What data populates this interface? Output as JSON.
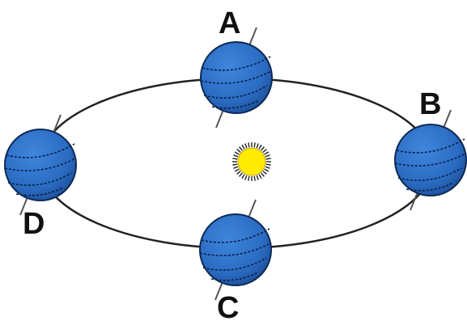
{
  "labels": {
    "a": "A",
    "b": "B",
    "c": "C",
    "d": "D"
  },
  "colors": {
    "orbit": "#222222",
    "earth_fill": "#2a6bc2",
    "earth_stroke": "#0e2a55",
    "earth_lines": "#0b2248",
    "axis": "#555555",
    "sun_fill": "#ffea00",
    "sun_rays": "#222222",
    "label_text": "#111111"
  }
}
